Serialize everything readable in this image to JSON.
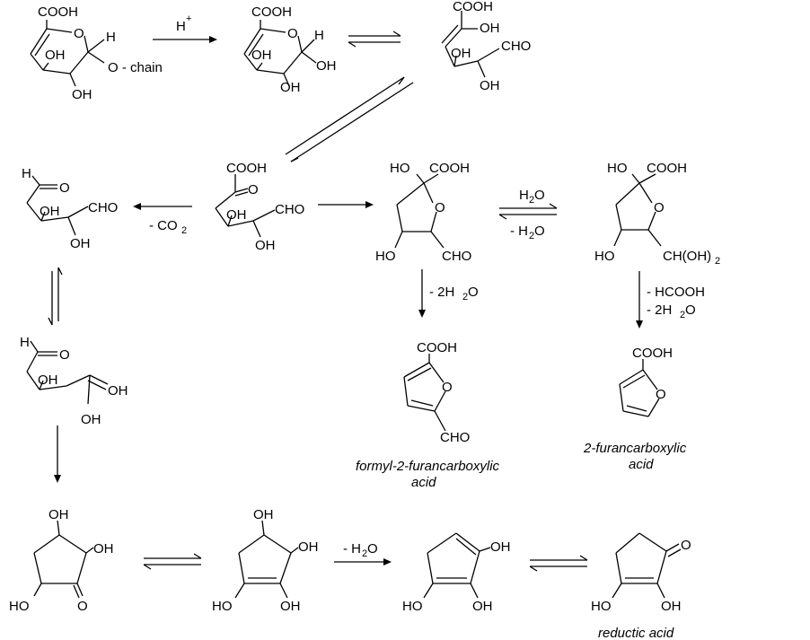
{
  "labels": {
    "cooh": "COOH",
    "oh": "OH",
    "ho": "HO",
    "h": "H",
    "o": "O",
    "cho": "CHO",
    "o_chain": "O - chain",
    "h_plus": "H",
    "plus": "+",
    "ch_oh_2_main": "CH(OH)",
    "sub_2": "2"
  },
  "conditions": {
    "minus_co2_prefix": "- CO",
    "h2o_h": "H",
    "h2o_o": "O",
    "minus_h2o_prefix": "- H",
    "minus_2h2o_prefix": "- 2H",
    "minus_hcooh": "- HCOOH"
  },
  "captions": {
    "formyl_line1": "formyl-2-furancarboxylic",
    "formyl_line2": "acid",
    "furancarboxylic_line1": "2-furancarboxylic",
    "furancarboxylic_line2": "acid",
    "reductic": "reductic acid"
  }
}
